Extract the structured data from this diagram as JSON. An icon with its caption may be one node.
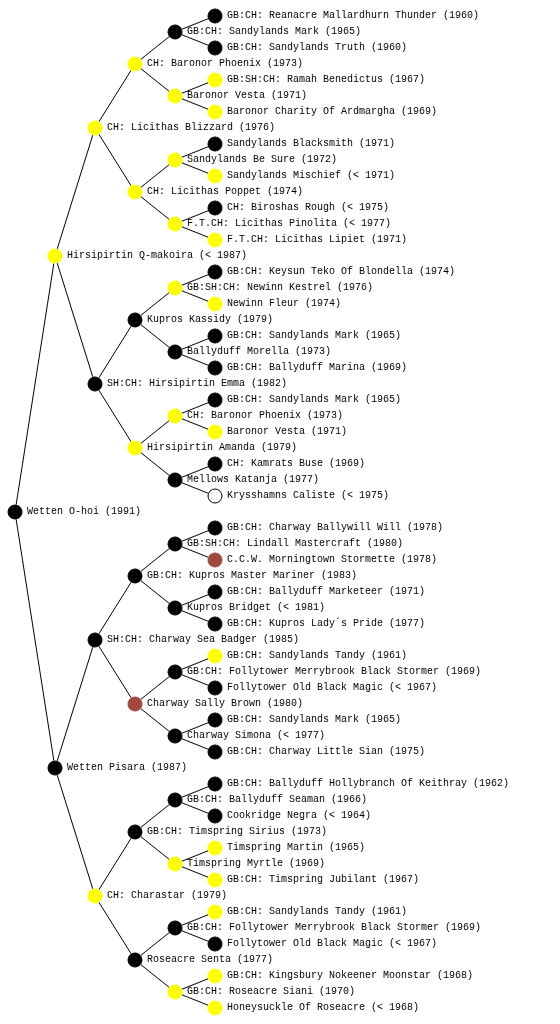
{
  "diagram": {
    "nodes": [
      {
        "text": [
          "GB:CH: Reanacre Mallardhurn Thunder (1960)"
        ]
      },
      {
        "text": [
          "GB:CH: Sandylands Mark (1965)"
        ]
      },
      {
        "text": [
          "GB:CH: Sandylands Truth (1960)"
        ]
      },
      {
        "text": [
          "CH: Baronor Phoenix (1973)"
        ]
      },
      {
        "text": [
          "GB:SH:CH: Ramah Benedictus (1967)"
        ]
      },
      {
        "text": [
          "Baronor Vesta (1971)"
        ]
      },
      {
        "text": [
          "Baronor Charity Of Ardmargha (1969)"
        ]
      },
      {
        "text": [
          "CH: Licithas Blizzard (1976)"
        ]
      },
      {
        "text": [
          "Sandylands Blacksmith (1971)"
        ]
      },
      {
        "text": [
          "Sandylands Be Sure (1972)"
        ]
      },
      {
        "text": [
          "Sandylands Mischief (< 1971)"
        ]
      },
      {
        "text": [
          "CH: Licithas Poppet (1974)"
        ]
      },
      {
        "text": [
          "CH: Biroshas Rough (< 1975)"
        ]
      },
      {
        "text": [
          "F.T.CH: Licithas Pinolita (< 1977)"
        ]
      },
      {
        "text": [
          "F.T.CH: Licithas Lipiet (1971)"
        ]
      },
      {
        "text": [
          "Hirsipirtin Q-makoira (< 1987)"
        ]
      },
      {
        "text": [
          "GB:CH: Keysun Teko Of Blondella (1974)"
        ]
      },
      {
        "text": [
          "GB:SH:CH: Newinn Kestrel (1976)"
        ]
      },
      {
        "text": [
          "Newinn Fleur (1974)"
        ]
      },
      {
        "text": [
          "Kupros Kassidy (1979)"
        ]
      },
      {
        "text": [
          "GB:CH: Sandylands Mark (1965)"
        ]
      },
      {
        "text": [
          "Ballyduff Morella (1973)"
        ]
      },
      {
        "text": [
          "GB:CH: Ballyduff Marina (1969)"
        ]
      },
      {
        "text": [
          "SH:CH: Hirsipirtin Emma (1982)"
        ]
      },
      {
        "text": [
          "GB:CH: Sandylands Mark (1965)"
        ]
      },
      {
        "text": [
          "CH: Baronor Phoenix (1973)"
        ]
      },
      {
        "text": [
          "Baronor Vesta (1971)"
        ]
      },
      {
        "text": [
          "Hirsipirtin Amanda (1979)"
        ]
      },
      {
        "text": [
          "CH: Kamrats Buse (1969)"
        ]
      },
      {
        "text": [
          "Mellows Katanja (1977)"
        ]
      },
      {
        "text": [
          "Krysshamns Caliste (< 1975)"
        ]
      },
      {
        "text": [
          "Wetten O-hoi (1991)"
        ]
      },
      {
        "text": [
          "GB:CH: Charway Ballywill Will (1978)"
        ]
      },
      {
        "text": [
          "GB:SH:CH: Lindall Mastercraft (1980)"
        ]
      },
      {
        "text": [
          "C.C.W. Morningtown Stormette (1978)"
        ]
      },
      {
        "text": [
          "GB:CH: Kupros Master Mariner (1983)"
        ]
      },
      {
        "text": [
          "GB:CH: Ballyduff Marketeer (1971)"
        ]
      },
      {
        "text": [
          "Kupros Bridget (< 1981)"
        ]
      },
      {
        "text": [
          "GB:CH: Kupros Lady´s Pride (1977)"
        ]
      },
      {
        "text": [
          "SH:CH: Charway Sea Badger (1985)"
        ]
      },
      {
        "text": [
          "GB:CH: Sandylands Tandy (1961)"
        ]
      },
      {
        "text": [
          "GB:CH: Follytower Merrybrook Black Stormer (1969)"
        ]
      },
      {
        "text": [
          "Follytower Old Black Magic (< 1967)"
        ]
      },
      {
        "text": [
          "Charway Sally Brown (1980)"
        ]
      },
      {
        "text": [
          "GB:CH: Sandylands Mark (1965)"
        ]
      },
      {
        "text": [
          "Charway Simona (< 1977)"
        ]
      },
      {
        "text": [
          "GB:CH: Charway Little Sian (1975)"
        ]
      },
      {
        "text": [
          "Wetten Pisara (1987)"
        ]
      },
      {
        "text": [
          "GB:CH: Ballyduff Hollybranch Of Keithray (1962)"
        ]
      },
      {
        "text": [
          "GB:CH: Ballyduff Seaman (1966)"
        ]
      },
      {
        "text": [
          "Cookridge Negra (< 1964)"
        ]
      },
      {
        "text": [
          "GB:CH: Timspring Sirius (1973)"
        ]
      },
      {
        "text": [
          "Timspring Martin (1965)"
        ]
      },
      {
        "text": [
          "Timspring Myrtle (1969)"
        ]
      },
      {
        "text": [
          "GB:CH: Timspring Jubilant (1967)"
        ]
      },
      {
        "text": [
          "CH: Charastar (1979)"
        ]
      },
      {
        "text": [
          "GB:CH: Sandylands Tandy (1961)"
        ]
      },
      {
        "text": [
          "GB:CH: Follytower Merrybrook Black Stormer (1969)"
        ]
      },
      {
        "text": [
          "Follytower Old Black Magic (< 1967)"
        ]
      },
      {
        "text": [
          "Roseacre Senta (1977)"
        ]
      },
      {
        "text": [
          "GB:CH: Kingsbury Nokeener Moonstar (1968)"
        ]
      },
      {
        "text": [
          "GB:CH: Roseacre Siani (1970)"
        ]
      },
      {
        "text": [
          "Honeysuckle Of Roseacre (< 1968)"
        ]
      }
    ],
    "edges": [
      {
        "from": 1,
        "to": 0,
        "arrow": "none"
      },
      {
        "from": 3,
        "to": 1,
        "arrow": "none"
      },
      {
        "from": 1,
        "to": 2,
        "arrow": "none"
      },
      {
        "from": 7,
        "to": 3,
        "arrow": "none"
      },
      {
        "from": 5,
        "to": 4,
        "arrow": "none"
      },
      {
        "from": 3,
        "to": 5,
        "arrow": "none"
      },
      {
        "from": 5,
        "to": 6,
        "arrow": "none"
      },
      {
        "from": 15,
        "to": 7,
        "arrow": "none"
      },
      {
        "from": 9,
        "to": 8,
        "arrow": "none"
      },
      {
        "from": 11,
        "to": 9,
        "arrow": "none"
      },
      {
        "from": 9,
        "to": 10,
        "arrow": "none"
      },
      {
        "from": 7,
        "to": 11,
        "arrow": "none"
      },
      {
        "from": 13,
        "to": 12,
        "arrow": "none"
      },
      {
        "from": 11,
        "to": 13,
        "arrow": "none"
      },
      {
        "from": 13,
        "to": 14,
        "arrow": "none"
      },
      {
        "from": 31,
        "to": 15,
        "arrow": "none"
      },
      {
        "from": 17,
        "to": 16,
        "arrow": "none"
      },
      {
        "from": 19,
        "to": 17,
        "arrow": "none"
      },
      {
        "from": 17,
        "to": 18,
        "arrow": "none"
      },
      {
        "from": 23,
        "to": 19,
        "arrow": "none"
      },
      {
        "from": 21,
        "to": 20,
        "arrow": "none"
      },
      {
        "from": 19,
        "to": 21,
        "arrow": "none"
      },
      {
        "from": 21,
        "to": 22,
        "arrow": "none"
      },
      {
        "from": 15,
        "to": 23,
        "arrow": "none"
      },
      {
        "from": 25,
        "to": 24,
        "arrow": "none"
      },
      {
        "from": 27,
        "to": 25,
        "arrow": "none"
      },
      {
        "from": 25,
        "to": 26,
        "arrow": "none"
      },
      {
        "from": 23,
        "to": 27,
        "arrow": "none"
      },
      {
        "from": 29,
        "to": 28,
        "arrow": "none"
      },
      {
        "from": 27,
        "to": 29,
        "arrow": "none"
      },
      {
        "from": 29,
        "to": 30,
        "arrow": "none"
      },
      {
        "from": 33,
        "to": 32,
        "arrow": "none"
      },
      {
        "from": 35,
        "to": 33,
        "arrow": "none"
      },
      {
        "from": 33,
        "to": 34,
        "arrow": "none"
      },
      {
        "from": 39,
        "to": 35,
        "arrow": "none"
      },
      {
        "from": 37,
        "to": 36,
        "arrow": "none"
      },
      {
        "from": 35,
        "to": 37,
        "arrow": "none"
      },
      {
        "from": 37,
        "to": 38,
        "arrow": "none"
      },
      {
        "from": 47,
        "to": 39,
        "arrow": "none"
      },
      {
        "from": 41,
        "to": 40,
        "arrow": "none"
      },
      {
        "from": 43,
        "to": 41,
        "arrow": "none"
      },
      {
        "from": 41,
        "to": 42,
        "arrow": "none"
      },
      {
        "from": 39,
        "to": 43,
        "arrow": "none"
      },
      {
        "from": 45,
        "to": 44,
        "arrow": "none"
      },
      {
        "from": 43,
        "to": 45,
        "arrow": "none"
      },
      {
        "from": 45,
        "to": 46,
        "arrow": "none"
      },
      {
        "from": 31,
        "to": 47,
        "arrow": "none"
      },
      {
        "from": 49,
        "to": 48,
        "arrow": "none"
      },
      {
        "from": 51,
        "to": 49,
        "arrow": "none"
      },
      {
        "from": 49,
        "to": 50,
        "arrow": "none"
      },
      {
        "from": 55,
        "to": 51,
        "arrow": "none"
      },
      {
        "from": 53,
        "to": 52,
        "arrow": "none"
      },
      {
        "from": 51,
        "to": 53,
        "arrow": "none"
      },
      {
        "from": 53,
        "to": 54,
        "arrow": "none"
      },
      {
        "from": 47,
        "to": 55,
        "arrow": "none"
      },
      {
        "from": 57,
        "to": 56,
        "arrow": "none"
      },
      {
        "from": 59,
        "to": 57,
        "arrow": "none"
      },
      {
        "from": 57,
        "to": 58,
        "arrow": "none"
      },
      {
        "from": 55,
        "to": 59,
        "arrow": "none"
      },
      {
        "from": 61,
        "to": 60,
        "arrow": "none"
      },
      {
        "from": 59,
        "to": 61,
        "arrow": "none"
      },
      {
        "from": 61,
        "to": 62,
        "arrow": "none"
      }
    ]
  }
}
